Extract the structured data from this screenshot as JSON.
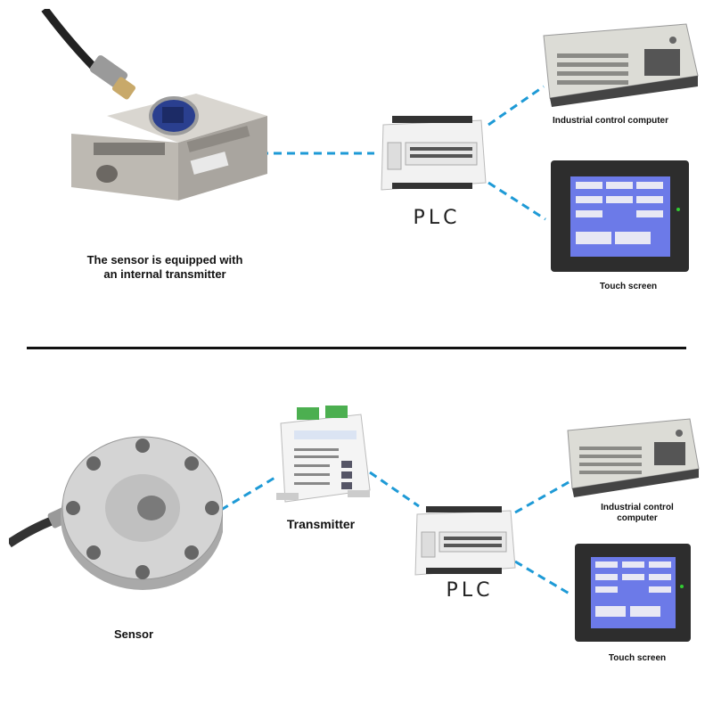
{
  "top": {
    "sensor_label_line1": "The sensor is equipped with",
    "sensor_label_line2": "an internal transmitter",
    "plc_label": "PLC",
    "computer_label": "Industrial control computer",
    "touch_label": "Touch screen"
  },
  "bottom": {
    "sensor_label": "Sensor",
    "transmitter_label": "Transmitter",
    "plc_label": "PLC",
    "computer_label_line1": "Industrial control",
    "computer_label_line2": "computer",
    "touch_label": "Touch screen"
  },
  "colors": {
    "link": "#1e9ad6",
    "divider": "#111111"
  }
}
